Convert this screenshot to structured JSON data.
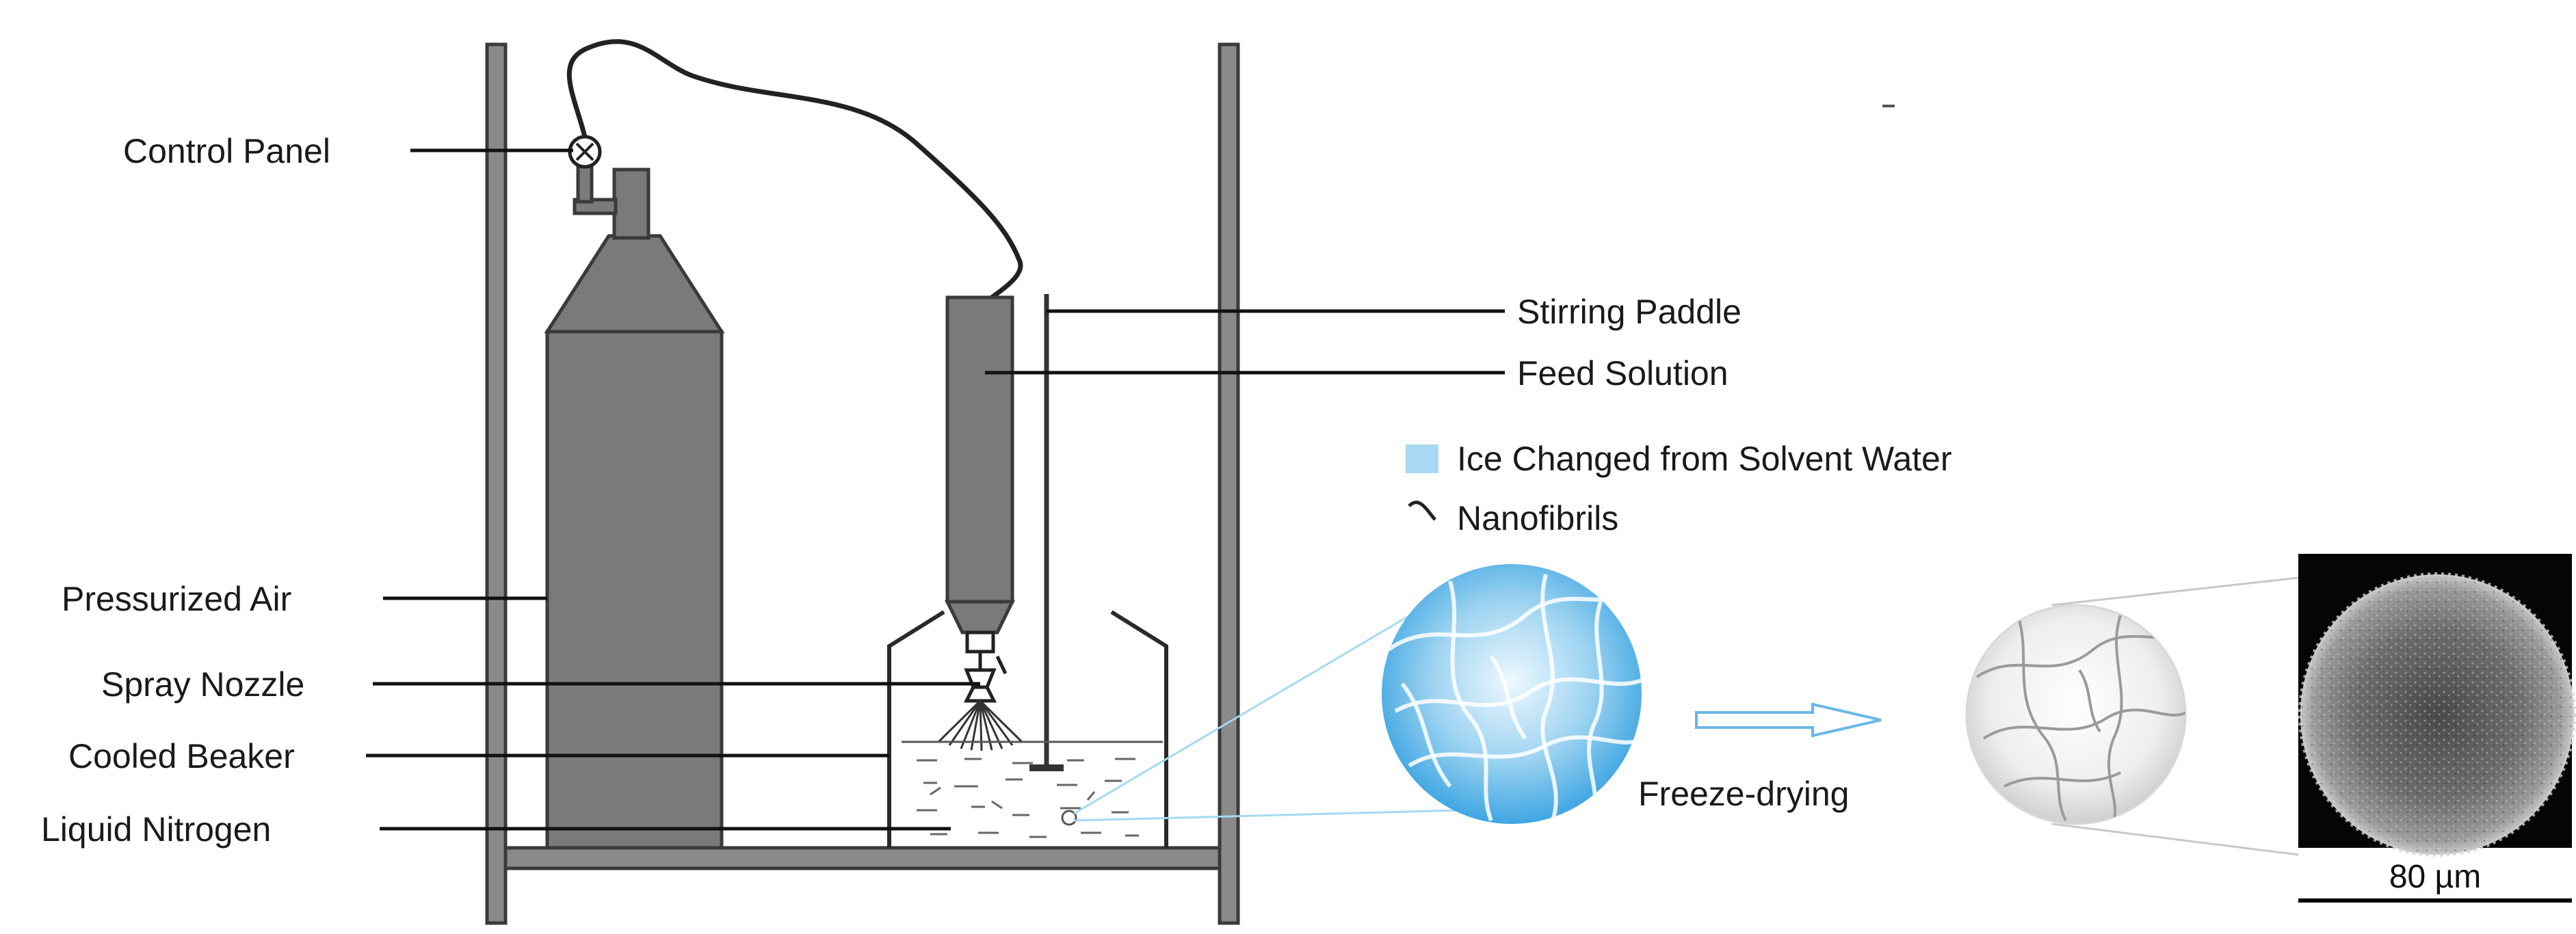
{
  "labels": {
    "control_panel": "Control Panel",
    "pressurized_air": "Pressurized Air",
    "spray_nozzle": "Spray Nozzle",
    "cooled_beaker": "Cooled Beaker",
    "liquid_nitrogen": "Liquid Nitrogen",
    "stirring_paddle": "Stirring Paddle",
    "feed_solution": "Feed Solution",
    "ice_legend": "Ice Changed from Solvent Water",
    "nanofibrils_legend": "Nanofibrils",
    "freeze_drying": "Freeze-drying",
    "scale_bar": "80 µm"
  },
  "colors": {
    "ice": "#a8d8f3",
    "frame": "#8a8a8a",
    "tank": "#7a7a7a"
  }
}
